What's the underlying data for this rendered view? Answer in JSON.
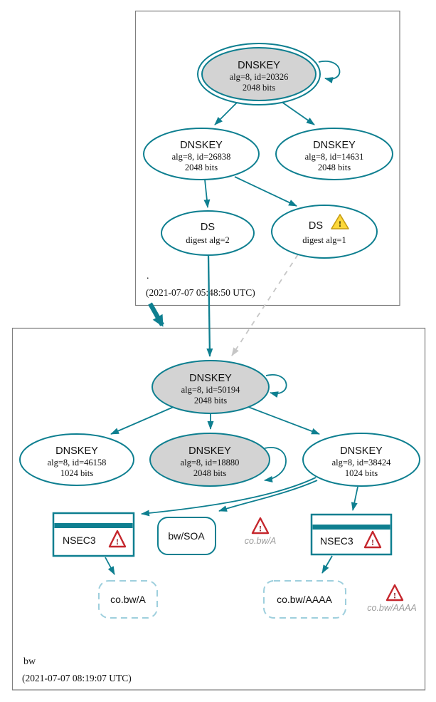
{
  "diagram": {
    "kind": "dnssec-authentication-chain",
    "colors": {
      "secure_teal": "#0e7f90",
      "key_fill_gray": "#d3d3d3",
      "zone_box_border": "#7f7f7f",
      "dashed_edge_gray": "#c6c6c6",
      "insecure_node_border": "#9ecfdd",
      "error_red": "#c5262c",
      "warning_yellow": "#fdd83a",
      "side_label_gray": "#9b9b9b"
    },
    "zones": {
      "root": {
        "label": ".",
        "timestamp": "(2021-07-07 05:48:50 UTC)"
      },
      "bw": {
        "label": "bw",
        "timestamp": "(2021-07-07 08:19:07 UTC)"
      }
    },
    "nodes": {
      "root_ksk": {
        "type": "DNSKEY",
        "alg_id": "alg=8, id=20326",
        "bits": "2048 bits"
      },
      "root_zsk_26838": {
        "type": "DNSKEY",
        "alg_id": "alg=8, id=26838",
        "bits": "2048 bits"
      },
      "root_zsk_14631": {
        "type": "DNSKEY",
        "alg_id": "alg=8, id=14631",
        "bits": "2048 bits"
      },
      "ds_alg2": {
        "type": "DS",
        "digest": "digest alg=2"
      },
      "ds_alg1": {
        "type": "DS",
        "digest": "digest alg=1"
      },
      "bw_ksk_50194": {
        "type": "DNSKEY",
        "alg_id": "alg=8, id=50194",
        "bits": "2048 bits"
      },
      "bw_key_46158": {
        "type": "DNSKEY",
        "alg_id": "alg=8, id=46158",
        "bits": "1024 bits"
      },
      "bw_key_18880": {
        "type": "DNSKEY",
        "alg_id": "alg=8, id=18880",
        "bits": "2048 bits"
      },
      "bw_key_38424": {
        "type": "DNSKEY",
        "alg_id": "alg=8, id=38424",
        "bits": "1024 bits"
      },
      "nsec3_left": {
        "type": "NSEC3"
      },
      "nsec3_right": {
        "type": "NSEC3"
      },
      "bw_soa": {
        "label": "bw/SOA"
      },
      "co_bw_a": {
        "label": "co.bw/A"
      },
      "co_bw_aaaa": {
        "label": "co.bw/AAAA"
      },
      "error_co_bw_a": {
        "label": "co.bw/A"
      },
      "error_co_bw_aaaa": {
        "label": "co.bw/AAAA"
      }
    },
    "icons": {
      "exclamation": "!"
    }
  }
}
